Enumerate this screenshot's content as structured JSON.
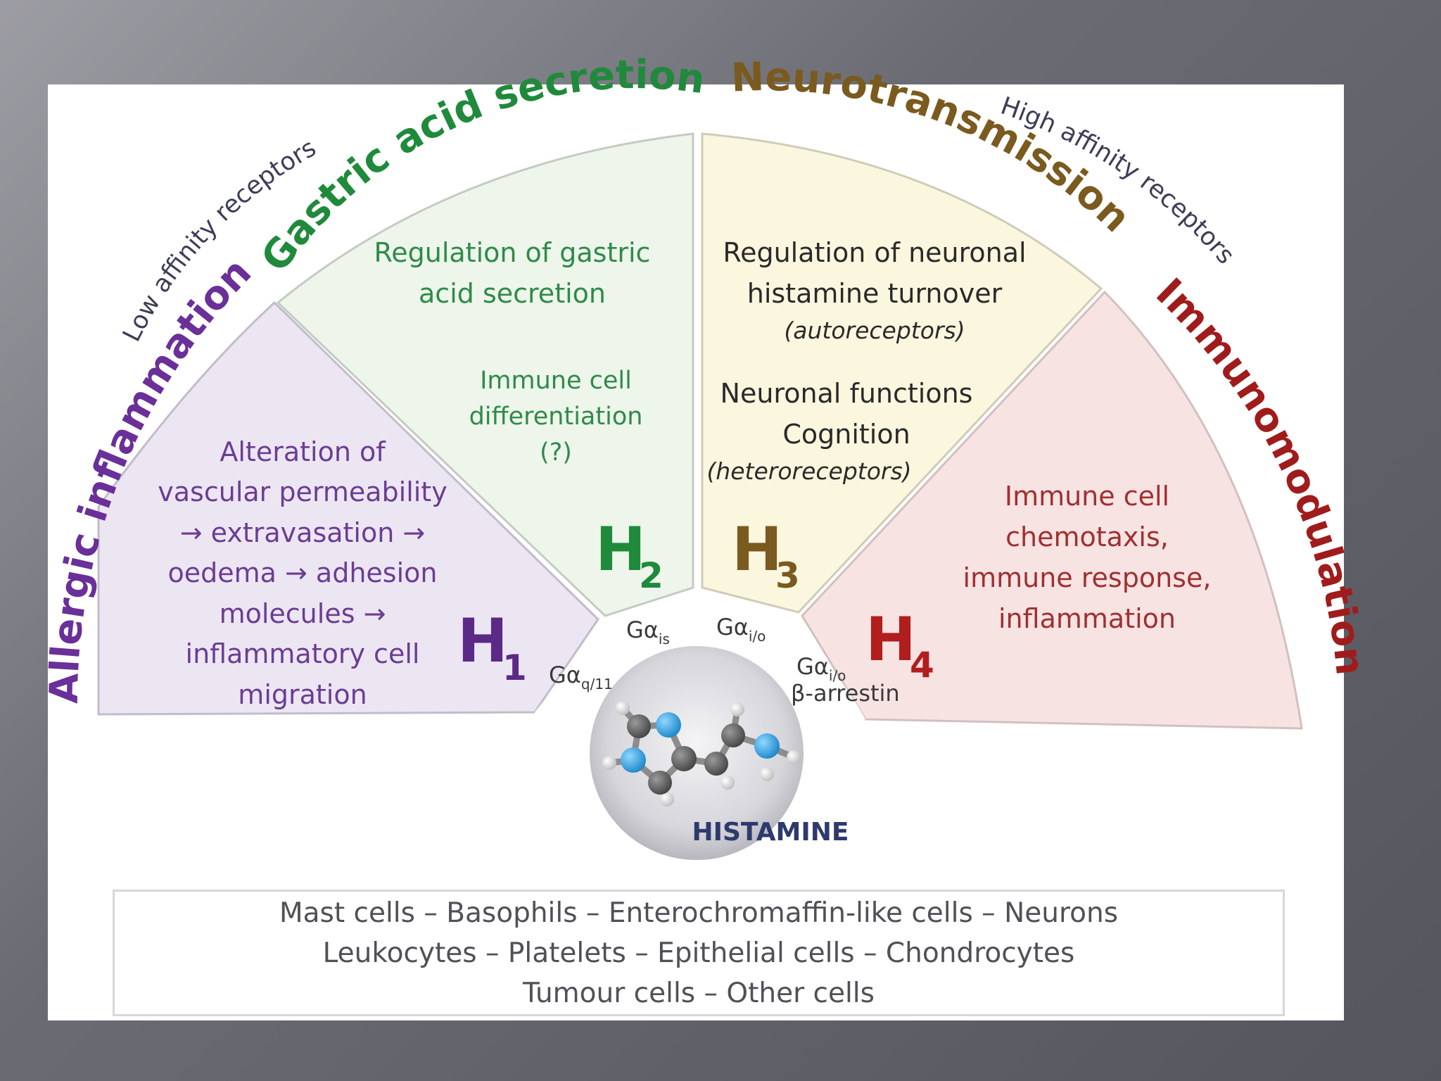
{
  "diagram": {
    "top_labels": {
      "low_affinity": "Low affinity receptors",
      "high_affinity": "High affinity receptors"
    },
    "functions": {
      "allergic": "Allergic inflammation",
      "gastric": "Gastric acid secretion",
      "neuro": "Neurotransmission",
      "immuno": "Immunomodulation"
    },
    "sectors": [
      {
        "receptor": "H",
        "subscript": "1",
        "color": "#5b2a86",
        "fill": "#ece6f2",
        "lines": [
          "Alteration of",
          "vascular permeability",
          "→ extravasation →",
          "oedema → adhesion",
          "molecules →",
          "inflammatory cell",
          "migration"
        ],
        "protein": "Gα",
        "protein_sub": "q/11"
      },
      {
        "receptor": "H",
        "subscript": "2",
        "color": "#1f8a3b",
        "fill": "#eef5ea",
        "lines": [
          "Regulation of gastric",
          "acid secretion"
        ],
        "lines2": [
          "Immune cell",
          "differentiation",
          "(?)"
        ],
        "protein": "Gα",
        "protein_sub": "is"
      },
      {
        "receptor": "H",
        "subscript": "3",
        "color": "#7a5a1e",
        "fill": "#fbf7df",
        "lines": [
          "Regulation of neuronal",
          "histamine turnover"
        ],
        "note1": "(autoreceptors)",
        "lines2": [
          "Neuronal functions",
          "Cognition"
        ],
        "note2": "(heteroreceptors)",
        "protein": "Gα",
        "protein_sub": "i/o"
      },
      {
        "receptor": "H",
        "subscript": "4",
        "color": "#a01c1c",
        "fill": "#f8e3e3",
        "lines": [
          "Immune cell",
          "chemotaxis,",
          "immune response,",
          "inflammation"
        ],
        "protein": "Gα",
        "protein_sub": "i/o",
        "protein_extra": "β-arrestin"
      }
    ],
    "center_label": "HISTAMINE"
  },
  "cells": {
    "line1": "Mast cells – Basophils – Enterochromaffin-like cells – Neurons",
    "line2": "Leukocytes – Platelets – Epithelial cells – Chondrocytes",
    "line3": "Tumour cells – Other cells"
  }
}
